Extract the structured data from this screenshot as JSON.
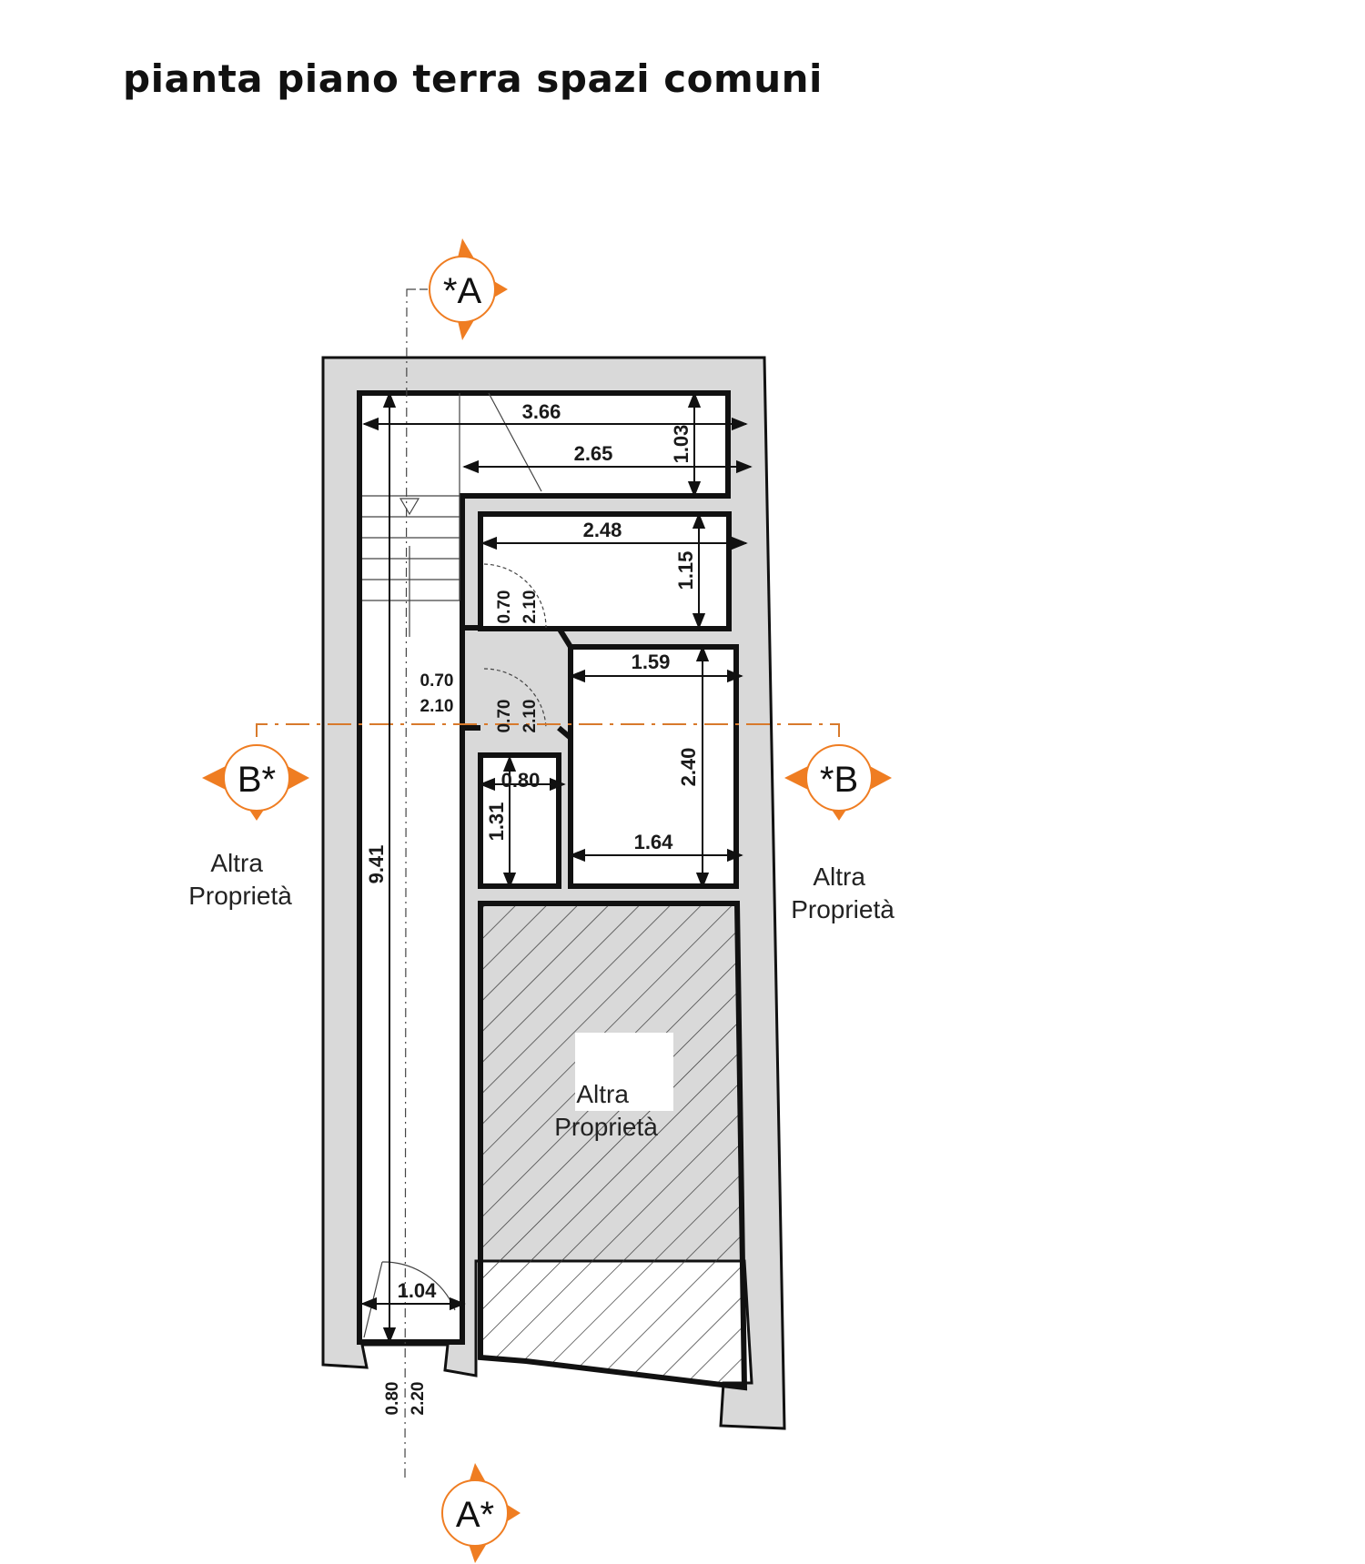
{
  "title": "pianta piano terra spazi comuni",
  "section_markers": {
    "top": "*A",
    "bottom": "A*",
    "left": "B*",
    "right": "*B"
  },
  "labels": {
    "left_property": [
      "Altra",
      "Proprietà"
    ],
    "right_property": [
      "Altra",
      "Proprietà"
    ],
    "hatched_property": [
      "Altra",
      "Proprietà"
    ]
  },
  "dimensions": {
    "top_width": "3.66",
    "stair_landing": "2.65",
    "top_depth": "1.03",
    "room1_width": "2.48",
    "room1_depth": "1.15",
    "door1_w": "0.70",
    "door1_h": "2.10",
    "corridor_door_w": "0.70",
    "corridor_door_h": "2.10",
    "door2_w": "0.70",
    "door2_h": "2.10",
    "room3_width": "1.59",
    "room3_depth": "2.40",
    "room3_bottom": "1.64",
    "room2_width": "0.80",
    "room2_depth": "1.31",
    "corridor_length": "9.41",
    "entrance_width": "1.04",
    "entrance_door_w": "0.80",
    "entrance_door_h": "2.20"
  },
  "colors": {
    "accent_orange": "#ef7d22",
    "wall_fill": "#d9d9d9",
    "line": "#111111"
  }
}
